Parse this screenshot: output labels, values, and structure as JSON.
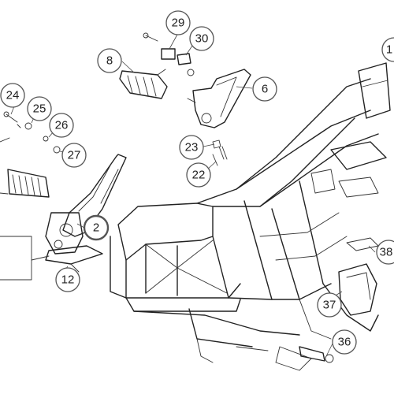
{
  "colors": {
    "line": "#222222",
    "callout_border": "#555555",
    "highlight": "#e06a1f",
    "background": "#ffffff"
  },
  "callouts": [
    {
      "label": "29",
      "highlighted": false
    },
    {
      "label": "30",
      "highlighted": false
    },
    {
      "label": "8",
      "highlighted": false
    },
    {
      "label": "6",
      "highlighted": false
    },
    {
      "label": "1",
      "highlighted": false
    },
    {
      "label": "24",
      "highlighted": false
    },
    {
      "label": "25",
      "highlighted": false
    },
    {
      "label": "26",
      "highlighted": false
    },
    {
      "label": "27",
      "highlighted": false
    },
    {
      "label": "23",
      "highlighted": false
    },
    {
      "label": "22",
      "highlighted": false
    },
    {
      "label": "2",
      "highlighted": true
    },
    {
      "label": "12",
      "highlighted": false
    },
    {
      "label": "38",
      "highlighted": false
    },
    {
      "label": "37",
      "highlighted": false
    },
    {
      "label": "36",
      "highlighted": false
    }
  ]
}
